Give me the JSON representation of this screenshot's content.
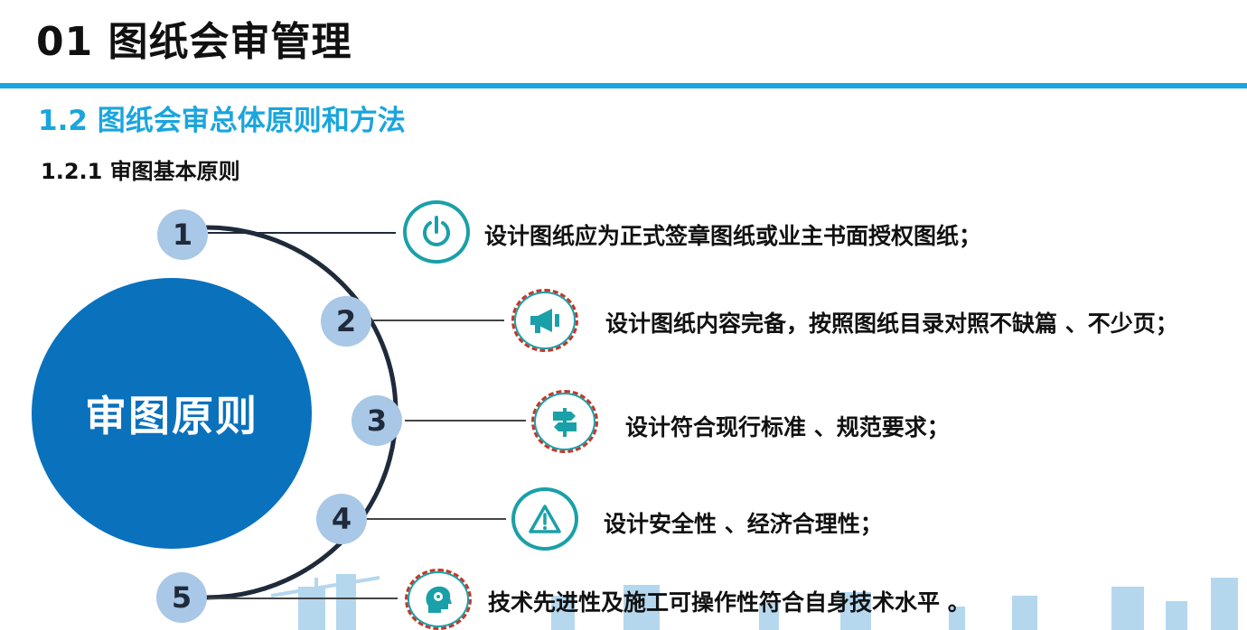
{
  "header": {
    "main_title": "01  图纸会审管理",
    "section_title": "1.2  图纸会审总体原则和方法",
    "sub_title": "1.2.1  审图基本原则"
  },
  "center": {
    "label": "审图原则"
  },
  "principles": [
    {
      "num": "1",
      "icon": "power-icon",
      "text": "设计图纸应为正式签章图纸或业主书面授权图纸；"
    },
    {
      "num": "2",
      "icon": "megaphone-icon",
      "text": "设计图纸内容完备，按照图纸目录对照不缺篇 、不少页；"
    },
    {
      "num": "3",
      "icon": "signpost-icon",
      "text": "设计符合现行标准 、规范要求；"
    },
    {
      "num": "4",
      "icon": "warning-icon",
      "text": "设计安全性 、经济合理性；"
    },
    {
      "num": "5",
      "icon": "head-gear-icon",
      "text": "技术先进性及施工可操作性符合自身技术水平 。"
    }
  ],
  "colors": {
    "accent": "#1aa5dd",
    "circle": "#0a71bd",
    "badge": "#a9c7e6",
    "icon_ring": "#1aa0a8"
  }
}
